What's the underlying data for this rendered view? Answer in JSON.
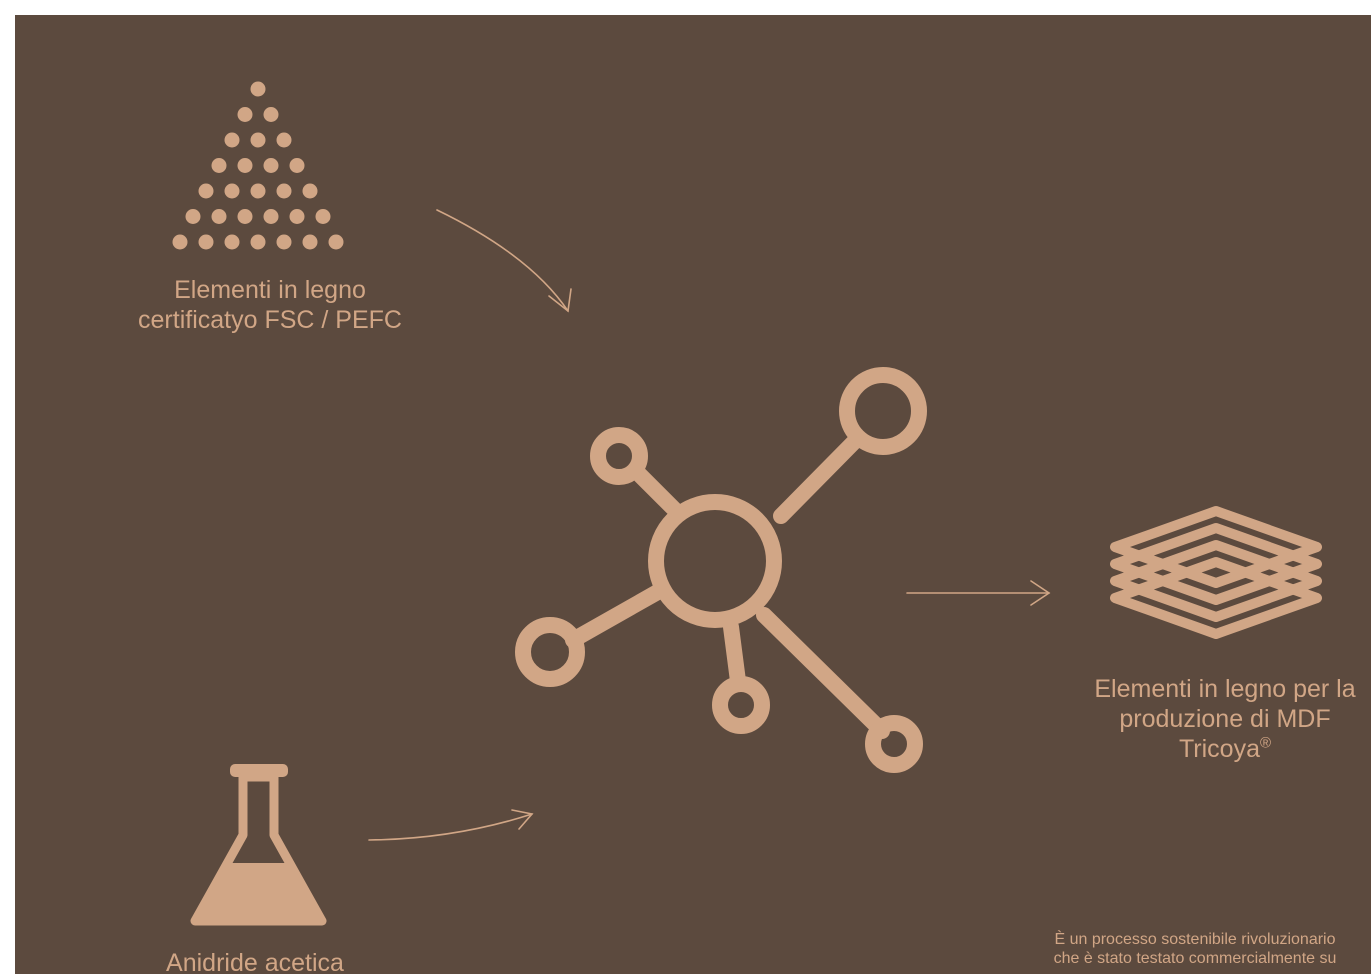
{
  "colors": {
    "background": "#5c4a3e",
    "accent": "#d1a686"
  },
  "icons": {
    "input_wood": "dot-pyramid-icon",
    "input_chemical": "flask-icon",
    "process": "molecule-icon",
    "output": "stacked-layers-icon",
    "arrows": [
      "curved-arrow-icon",
      "curved-arrow-icon",
      "straight-arrow-icon"
    ]
  },
  "labels": {
    "wood_input": [
      "Elementi in legno",
      "certificatyo FSC / PEFC"
    ],
    "acetic": "Anidride acetica",
    "output": [
      "Elementi in legno per la",
      "produzione di MDF",
      "Tricoya"
    ],
    "output_mark": "®",
    "note": [
      "È un processo sostenibile rivoluzionario",
      "che è stato testato commercialmente su"
    ]
  }
}
